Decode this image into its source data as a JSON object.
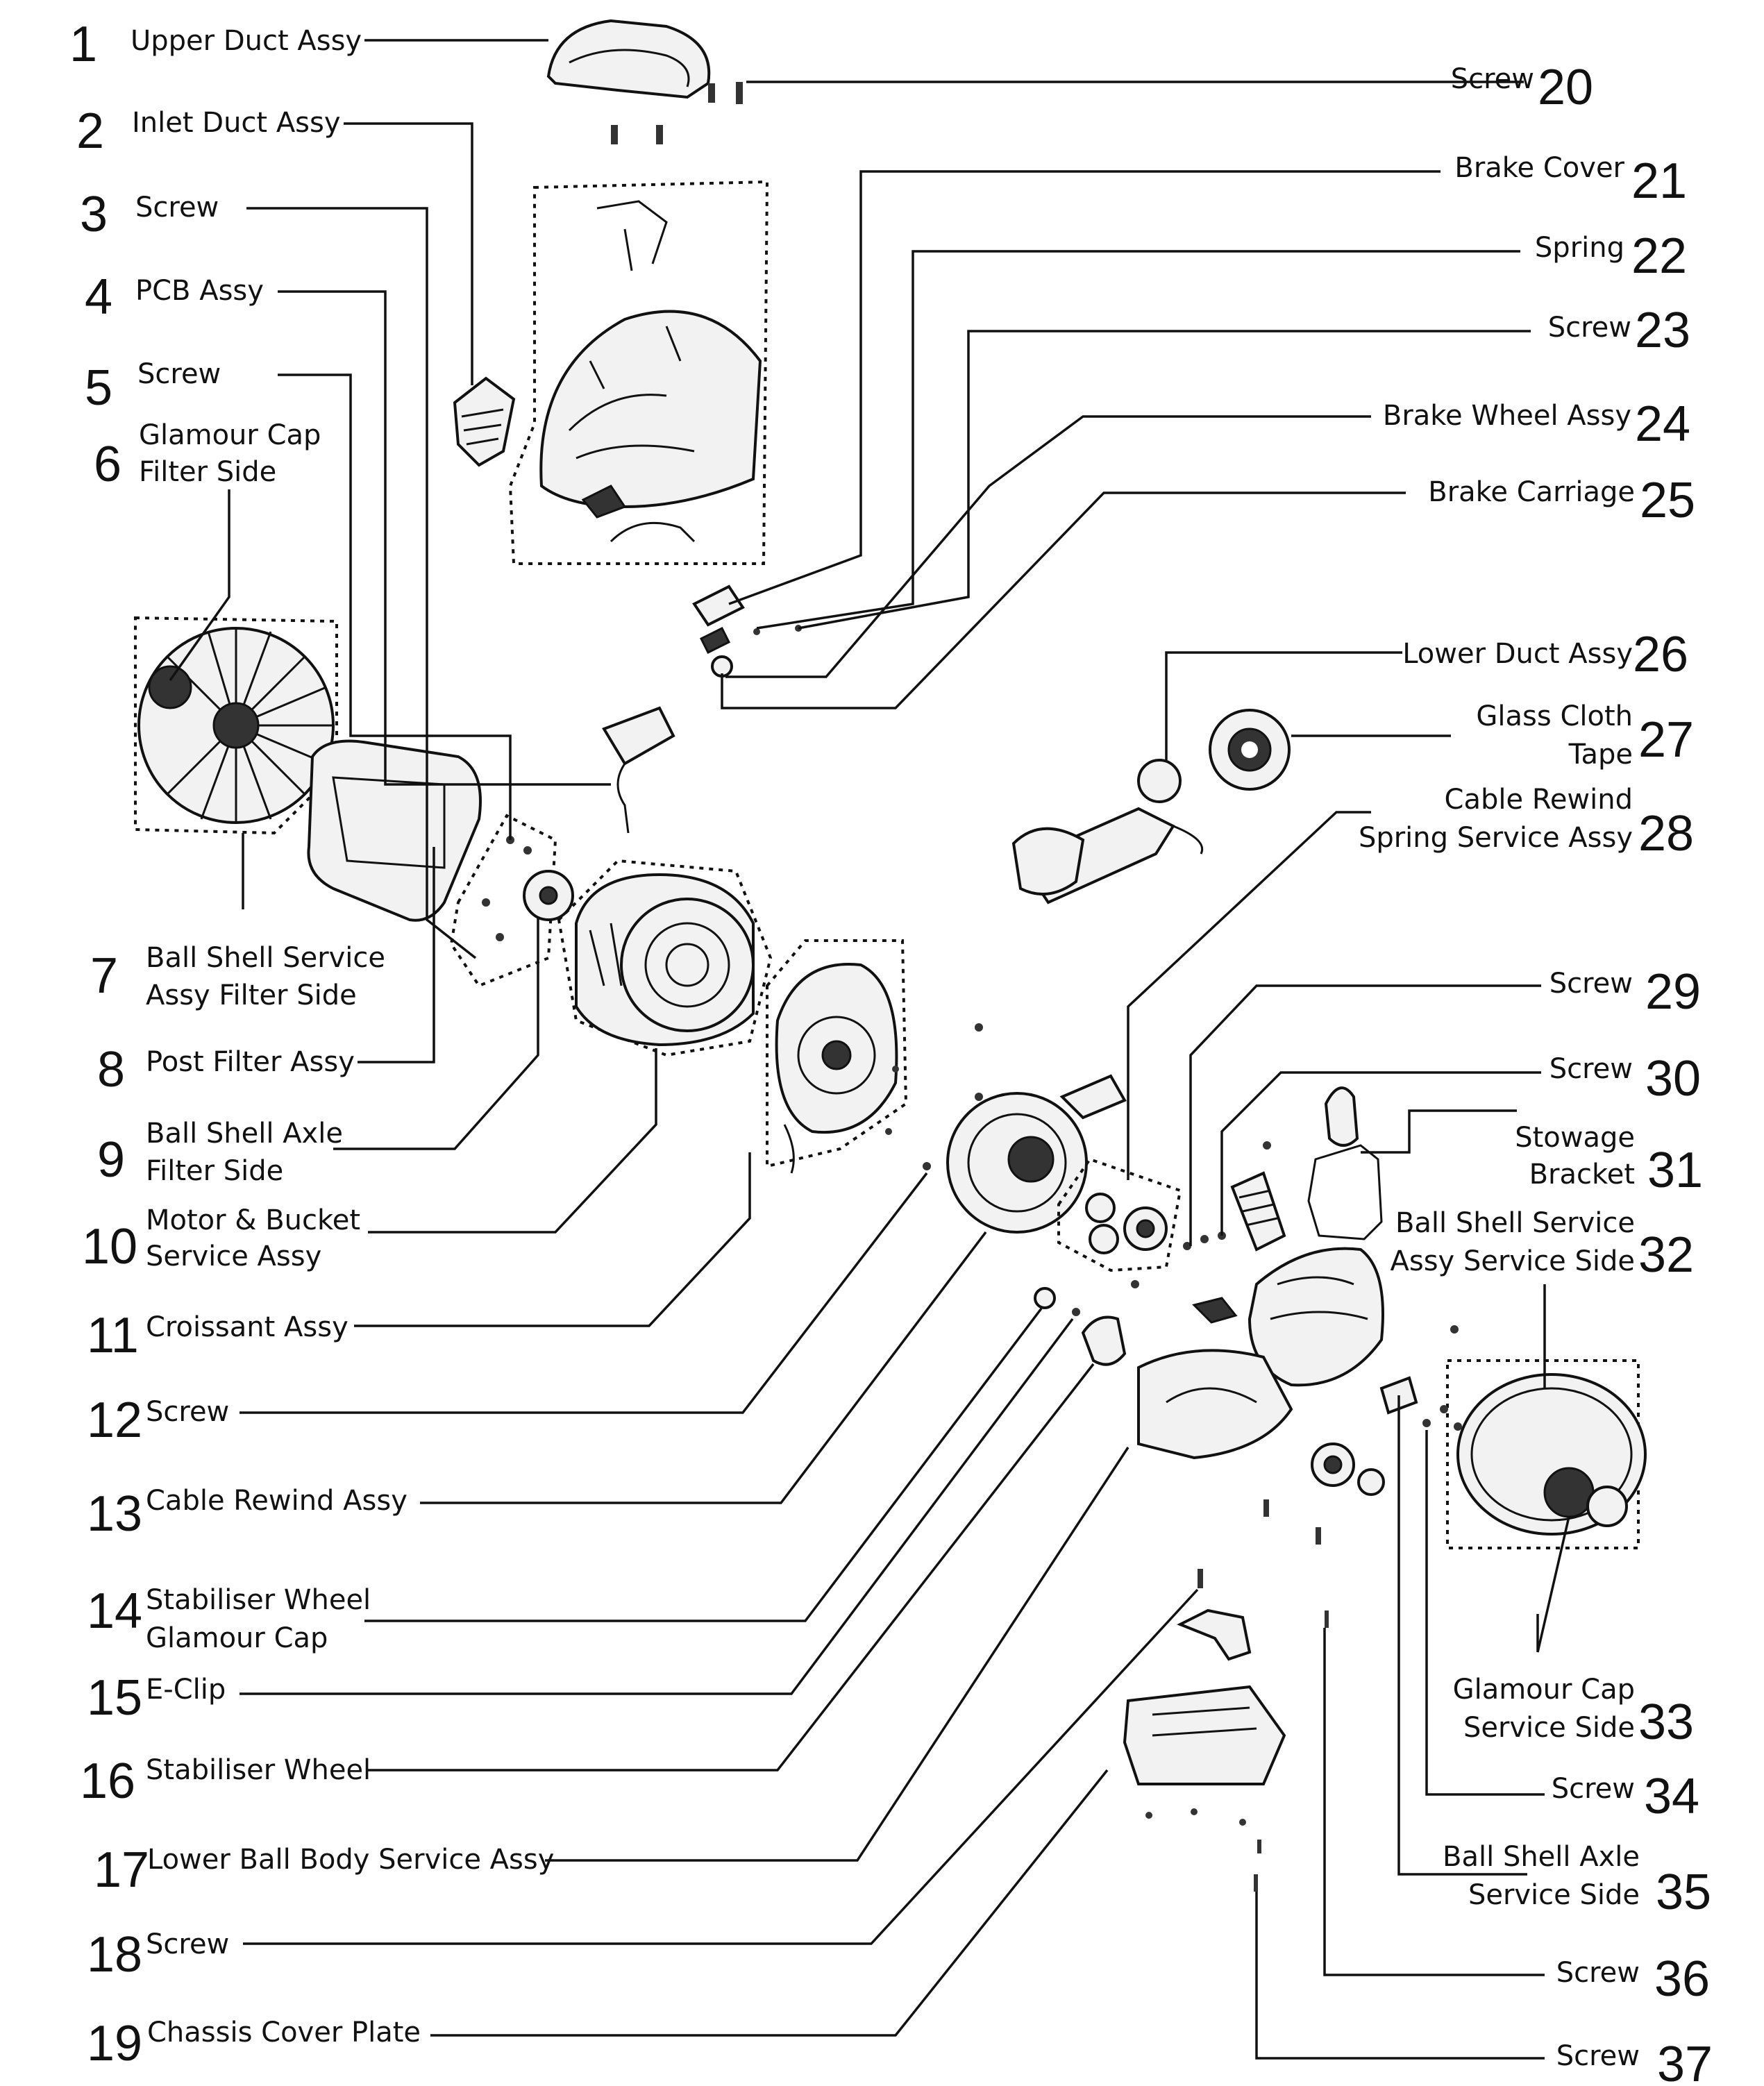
{
  "parts": [
    {
      "number": "1",
      "name": "Upper Duct Assy"
    },
    {
      "number": "2",
      "name": "Inlet Duct Assy"
    },
    {
      "number": "3",
      "name": "Screw"
    },
    {
      "number": "4",
      "name": "PCB Assy"
    },
    {
      "number": "5",
      "name": "Screw"
    },
    {
      "number": "6",
      "name": "Glamour Cap",
      "name2": "Filter Side"
    },
    {
      "number": "7",
      "name": "Ball Shell Service",
      "name2": "Assy Filter Side"
    },
    {
      "number": "8",
      "name": "Post Filter Assy"
    },
    {
      "number": "9",
      "name": "Ball Shell Axle",
      "name2": "Filter Side"
    },
    {
      "number": "10",
      "name": "Motor & Bucket",
      "name2": "Service Assy"
    },
    {
      "number": "11",
      "name": "Croissant Assy"
    },
    {
      "number": "12",
      "name": "Screw"
    },
    {
      "number": "13",
      "name": "Cable Rewind Assy"
    },
    {
      "number": "14",
      "name": "Stabiliser Wheel",
      "name2": "Glamour Cap"
    },
    {
      "number": "15",
      "name": "E-Clip"
    },
    {
      "number": "16",
      "name": "Stabiliser Wheel"
    },
    {
      "number": "17",
      "name": "Lower Ball Body Service Assy"
    },
    {
      "number": "18",
      "name": "Screw"
    },
    {
      "number": "19",
      "name": "Chassis Cover Plate"
    },
    {
      "number": "20",
      "name": "Screw"
    },
    {
      "number": "21",
      "name": "Brake Cover"
    },
    {
      "number": "22",
      "name": "Spring"
    },
    {
      "number": "23",
      "name": "Screw"
    },
    {
      "number": "24",
      "name": "Brake Wheel Assy"
    },
    {
      "number": "25",
      "name": "Brake Carriage"
    },
    {
      "number": "26",
      "name": "Lower Duct Assy"
    },
    {
      "number": "27",
      "name": "Glass Cloth",
      "name2": "Tape"
    },
    {
      "number": "28",
      "name": "Cable Rewind",
      "name2": "Spring Service Assy"
    },
    {
      "number": "29",
      "name": "Screw"
    },
    {
      "number": "30",
      "name": "Screw"
    },
    {
      "number": "31",
      "name": "Stowage",
      "name2": "Bracket"
    },
    {
      "number": "32",
      "name": "Ball Shell Service",
      "name2": "Assy Service Side"
    },
    {
      "number": "33",
      "name": "Glamour Cap",
      "name2": "Service Side"
    },
    {
      "number": "34",
      "name": "Screw"
    },
    {
      "number": "35",
      "name": "Ball Shell Axle",
      "name2": "Service Side"
    },
    {
      "number": "36",
      "name": "Screw"
    },
    {
      "number": "37",
      "name": "Screw"
    }
  ]
}
